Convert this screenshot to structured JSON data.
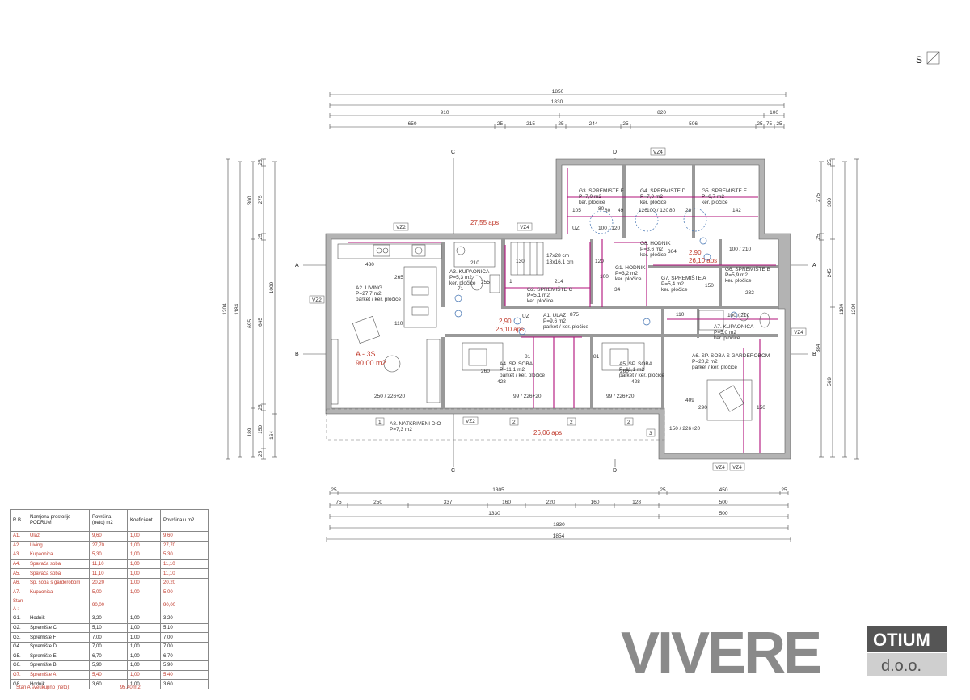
{
  "north_label": "S",
  "top_dims": {
    "row1": [
      "1850"
    ],
    "row2": [
      "1830"
    ],
    "row3": [
      "910",
      "820",
      "100"
    ],
    "row4": [
      "650",
      "25",
      "215",
      "25",
      "244",
      "25",
      "506",
      "25",
      "75",
      "25"
    ]
  },
  "bottom_dims": {
    "row1": [
      "25",
      "1305",
      "25",
      "450",
      "25"
    ],
    "row2": [
      "75",
      "250",
      "337",
      "160",
      "220",
      "160",
      "128",
      "500"
    ],
    "row3": [
      "1330",
      "500"
    ],
    "row4": [
      "1830"
    ],
    "row5": [
      "1854"
    ]
  },
  "left_dims": {
    "outer": [
      "1204"
    ],
    "mid": [
      "1184"
    ],
    "inner1": [
      "300",
      "695",
      "189"
    ],
    "inner2": [
      "25",
      "275",
      "25",
      "645",
      "25",
      "150",
      "25"
    ],
    "inner3": [
      "1009",
      "164"
    ]
  },
  "right_dims": {
    "outer": [
      "1204"
    ],
    "mid": [
      "1184"
    ],
    "inner1": [
      "25",
      "300",
      "245",
      "569"
    ],
    "inner2": [
      "275",
      "25",
      "884"
    ]
  },
  "section_marks": [
    "A",
    "A",
    "B",
    "B",
    "C",
    "C",
    "D",
    "D"
  ],
  "vz_tags": [
    "VZ4",
    "VZ2",
    "VZ4",
    "VZ2",
    "VZ4",
    "VZ2",
    "VZ4",
    "VZ4"
  ],
  "elevations": [
    "27,55 aps",
    "2,90",
    "26,10 aps",
    "2,90",
    "26,10 aps",
    "26,06 aps"
  ],
  "plan_labels": [
    "G3. SPREMIŠTE F",
    "P=7,0 m2",
    "ker. pločice",
    "G4. SPREMIŠTE D",
    "P=7,0 m2",
    "ker. pločice",
    "G5. SPREMIŠTE E",
    "P=6,7 m2",
    "ker. pločice",
    "G8. HODNIK",
    "P=3,6 m2",
    "ker. pločice",
    "G6. SPREMIŠTE B",
    "P=5,9 m2",
    "ker. pločice",
    "G7. SPREMIŠTE A",
    "P=5,4 m2",
    "ker. pločice",
    "G1. HODNIK",
    "P=3,2 m2",
    "ker. pločice",
    "G2. SPREMIŠTE C",
    "P=5,1 m2",
    "ker. pločice",
    "A3. KUPAONICA",
    "P=5,3 m2",
    "ker. pločice",
    "A2. LIVING",
    "P=27,7 m2",
    "parket / ker. pločice",
    "A1. ULAZ",
    "P=9,6 m2",
    "parket / ker. pločice",
    "A4. SP. SOBA",
    "P=11,1 m2",
    "parket / ker. pločice",
    "A5. SP. SOBA",
    "P=11,1 m2",
    "parket / ker. pločice",
    "A7. KUPAONICA",
    "P=5,0 m2",
    "ker. pločice",
    "A6. SP. SOBA S GARDEROBOM",
    "P=20,2 m2",
    "parket / ker. pločice",
    "A8. NATKRIVENI DIO",
    "P=7,3 m2",
    "17x28 cm",
    "18x16,1 cm",
    "UZ",
    "UZ"
  ],
  "unit_label": "A - 3S",
  "unit_area": "90,00 m2",
  "room_dims": [
    "105",
    "80",
    "49",
    "126",
    "80",
    "28",
    "142",
    "364",
    "232",
    "430",
    "210",
    "265",
    "110",
    "214",
    "130",
    "120",
    "100",
    "34",
    "875",
    "110",
    "150",
    "81",
    "81",
    "428",
    "428",
    "260",
    "260",
    "290",
    "150",
    "409",
    "71",
    "255",
    "80",
    "1"
  ],
  "window_tags": [
    "1",
    "2",
    "2",
    "2",
    "3"
  ],
  "window_sizes": [
    "100\n120",
    "100\n120",
    "100\n210",
    "100\n210",
    "250\n226+20",
    "99\n226+20",
    "99\n226+20",
    "150\n226+20"
  ],
  "legend": {
    "headers": [
      "R.B.",
      "Namjena prostorije\nPODRUM",
      "Površina\n(neto) m2",
      "Koeficijent",
      "Površina u m2"
    ],
    "rows": [
      {
        "rb": "A1.",
        "name": "Ulaz",
        "net": "9,60",
        "coef": "1,00",
        "area": "9,60",
        "red": true
      },
      {
        "rb": "A2.",
        "name": "Living",
        "net": "27,70",
        "coef": "1,00",
        "area": "27,70",
        "red": true
      },
      {
        "rb": "A3.",
        "name": "Kupaonica",
        "net": "5,30",
        "coef": "1,00",
        "area": "5,30",
        "red": true
      },
      {
        "rb": "A4.",
        "name": "Spavaća soba",
        "net": "11,10",
        "coef": "1,00",
        "area": "11,10",
        "red": true
      },
      {
        "rb": "A5.",
        "name": "Spavaća soba",
        "net": "11,10",
        "coef": "1,00",
        "area": "11,10",
        "red": true
      },
      {
        "rb": "A6.",
        "name": "Sp. soba s garderobom",
        "net": "20,20",
        "coef": "1,00",
        "area": "20,20",
        "red": true
      },
      {
        "rb": "A7.",
        "name": "Kupaonica",
        "net": "5,00",
        "coef": "1,00",
        "area": "5,00",
        "red": true
      },
      {
        "rb": "Stan A :",
        "name": "",
        "net": "90,00",
        "coef": "",
        "area": "90,00",
        "red": true
      },
      {
        "rb": "G1.",
        "name": "Hodnik",
        "net": "3,20",
        "coef": "1,00",
        "area": "3,20",
        "red": false
      },
      {
        "rb": "G2.",
        "name": "Spremište C",
        "net": "5,10",
        "coef": "1,00",
        "area": "5,10",
        "red": false
      },
      {
        "rb": "G3.",
        "name": "Spremište F",
        "net": "7,00",
        "coef": "1,00",
        "area": "7,00",
        "red": false
      },
      {
        "rb": "G4.",
        "name": "Spremište D",
        "net": "7,00",
        "coef": "1,00",
        "area": "7,00",
        "red": false
      },
      {
        "rb": "G5.",
        "name": "Spremište E",
        "net": "6,70",
        "coef": "1,00",
        "area": "6,70",
        "red": false
      },
      {
        "rb": "G6.",
        "name": "Spremište B",
        "net": "5,90",
        "coef": "1,00",
        "area": "5,90",
        "red": false
      },
      {
        "rb": "G7.",
        "name": "Spremište A",
        "net": "5,40",
        "coef": "1,00",
        "area": "5,40",
        "red": true
      },
      {
        "rb": "G8.",
        "name": "Hodnik",
        "net": "3,60",
        "coef": "1,00",
        "area": "3,60",
        "red": false
      }
    ]
  },
  "total": {
    "label": "Stan A sveukupno (neto):",
    "value": "95,40 m2"
  },
  "logo": {
    "main": "VIVERE",
    "sub1": "OTIUM",
    "sub2": "d.o.o."
  },
  "colors": {
    "wall": "#b3b3b3",
    "accent_red": "#c0392b",
    "magenta": "#b0107a",
    "logo_gray": "#8a8a8a",
    "logo_dark": "#555555"
  }
}
